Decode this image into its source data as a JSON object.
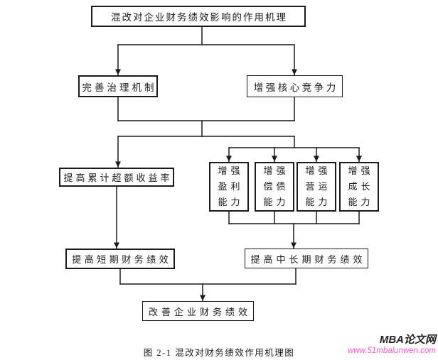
{
  "figure": {
    "nodes": {
      "root": "混改对企业财务绩效影响的作用机理",
      "governance": "完善治理机制",
      "core_competitiveness": "增强核心竞争力",
      "cumulative_excess_return": "提高累计超额收益率",
      "profitability": "增强\n盈利\n能力",
      "solvency": "增强\n偿债\n能力",
      "operation": "增强\n营运\n能力",
      "growth": "增强\n成长\n能力",
      "short_term": "提高短期财务绩效",
      "mid_long_term": "提高中长期财务绩效",
      "overall": "改善企业财务绩效"
    },
    "caption": "图 2-1 混改对财务绩效作用机理图"
  },
  "watermark": {
    "site_name": "MBA论文网",
    "site_url": "www.51mbalunwen.com",
    "site_name_color": "#222222",
    "site_url_color": "#ff5ec4"
  },
  "colors": {
    "ink": "#1a1a1a",
    "background": "#ffffff"
  }
}
